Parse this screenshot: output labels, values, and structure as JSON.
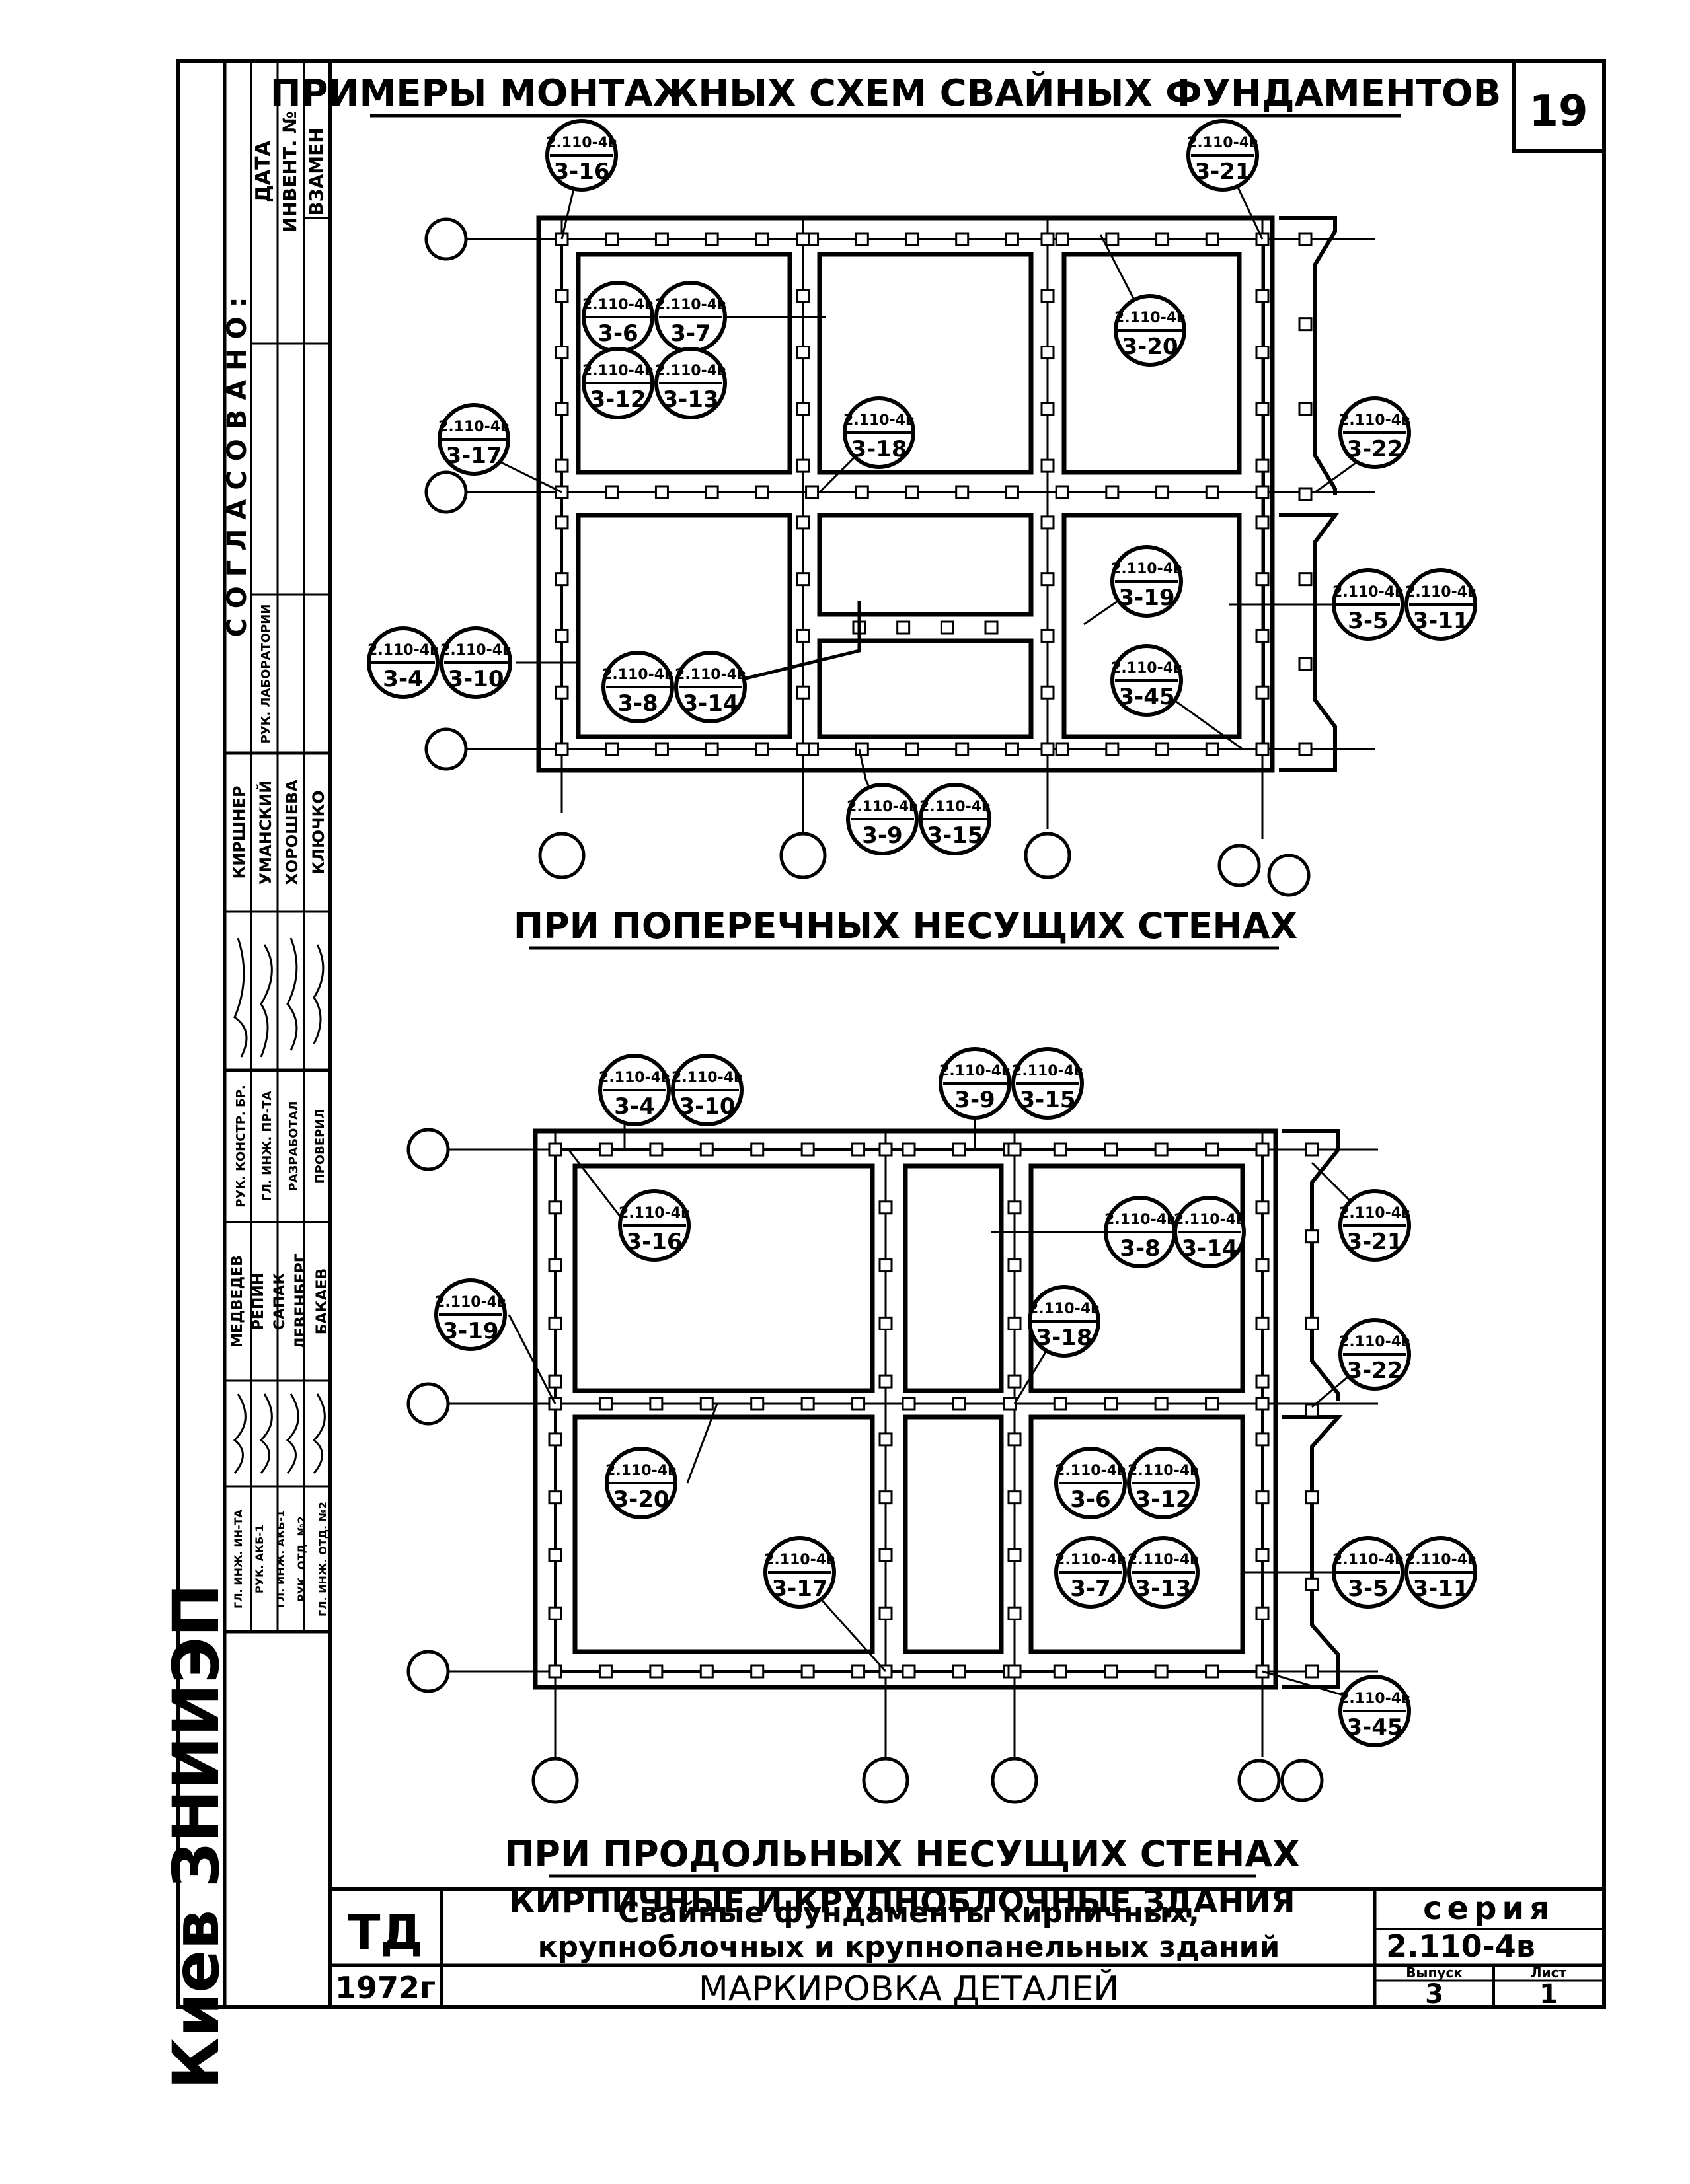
{
  "sheet": {
    "title": "ПРИМЕРЫ МОНТАЖНЫХ СХЕМ СВАЙНЫХ ФУНДАМЕНТОВ",
    "page_number": "19"
  },
  "plan_top": {
    "caption": "ПРИ ПОПЕРЕЧНЫХ НЕСУЩИХ СТЕНАХ",
    "markers": [
      {
        "id": "t1",
        "top": "2.110-4в",
        "bottom": "3-16"
      },
      {
        "id": "t2",
        "top": "2.110-4в",
        "bottom": "3-21"
      },
      {
        "id": "t3",
        "top": "2.110-4в",
        "bottom": "3-6"
      },
      {
        "id": "t4",
        "top": "2.110-4в",
        "bottom": "3-7"
      },
      {
        "id": "t5",
        "top": "2.110-4в",
        "bottom": "3-12"
      },
      {
        "id": "t6",
        "top": "2.110-4в",
        "bottom": "3-13"
      },
      {
        "id": "t7",
        "top": "2.110-4в",
        "bottom": "3-20"
      },
      {
        "id": "t8",
        "top": "2.110-4в",
        "bottom": "3-17"
      },
      {
        "id": "t9",
        "top": "2.110-4в",
        "bottom": "3-18"
      },
      {
        "id": "t10",
        "top": "2.110-4в",
        "bottom": "3-22"
      },
      {
        "id": "t11",
        "top": "2.110-4в",
        "bottom": "3-19"
      },
      {
        "id": "t12",
        "top": "2.110-4в",
        "bottom": "3-5"
      },
      {
        "id": "t13",
        "top": "2.110-4в",
        "bottom": "3-11"
      },
      {
        "id": "t14",
        "top": "2.110-4в",
        "bottom": "3-4"
      },
      {
        "id": "t15",
        "top": "2.110-4в",
        "bottom": "3-10"
      },
      {
        "id": "t16",
        "top": "2.110-4в",
        "bottom": "3-8"
      },
      {
        "id": "t17",
        "top": "2.110-4в",
        "bottom": "3-14"
      },
      {
        "id": "t18",
        "top": "2.110-4в",
        "bottom": "3-45"
      },
      {
        "id": "t19",
        "top": "2.110-4в",
        "bottom": "3-9"
      },
      {
        "id": "t20",
        "top": "2.110-4в",
        "bottom": "3-15"
      }
    ]
  },
  "plan_bottom": {
    "caption": "ПРИ ПРОДОЛЬНЫХ НЕСУЩИХ СТЕНАХ",
    "subcaption": "КИРПИЧНЫЕ И КРУПНОБЛОЧНЫЕ ЗДАНИЯ",
    "markers": [
      {
        "id": "b1",
        "top": "2.110-4в",
        "bottom": "3-4"
      },
      {
        "id": "b2",
        "top": "2.110-4в",
        "bottom": "3-10"
      },
      {
        "id": "b3",
        "top": "2.110-4в",
        "bottom": "3-9"
      },
      {
        "id": "b4",
        "top": "2.110-4в",
        "bottom": "3-15"
      },
      {
        "id": "b5",
        "top": "2.110-4в",
        "bottom": "3-16"
      },
      {
        "id": "b6",
        "top": "2.110-4в",
        "bottom": "3-8"
      },
      {
        "id": "b7",
        "top": "2.110-4в",
        "bottom": "3-14"
      },
      {
        "id": "b8",
        "top": "2.110-4в",
        "bottom": "3-21"
      },
      {
        "id": "b9",
        "top": "2.110-4в",
        "bottom": "3-19"
      },
      {
        "id": "b10",
        "top": "2.110-4в",
        "bottom": "3-18"
      },
      {
        "id": "b11",
        "top": "2.110-4в",
        "bottom": "3-22"
      },
      {
        "id": "b12",
        "top": "2.110-4в",
        "bottom": "3-20"
      },
      {
        "id": "b13",
        "top": "2.110-4в",
        "bottom": "3-6"
      },
      {
        "id": "b14",
        "top": "2.110-4в",
        "bottom": "3-12"
      },
      {
        "id": "b15",
        "top": "2.110-4в",
        "bottom": "3-17"
      },
      {
        "id": "b16",
        "top": "2.110-4в",
        "bottom": "3-7"
      },
      {
        "id": "b17",
        "top": "2.110-4в",
        "bottom": "3-13"
      },
      {
        "id": "b18",
        "top": "2.110-4в",
        "bottom": "3-5"
      },
      {
        "id": "b19",
        "top": "2.110-4в",
        "bottom": "3-11"
      },
      {
        "id": "b20",
        "top": "2.110-4в",
        "bottom": "3-45"
      }
    ]
  },
  "title_block": {
    "org_code": "ТД",
    "year": "1972г",
    "title_line1": "Свайные фундаменты кирпичных,",
    "title_line2": "крупноблочных и крупнопанельных зданий",
    "sheet_name": "МАРКИРОВКА ДЕТАЛЕЙ",
    "series_label": "серия",
    "series_number": "2.110-4в",
    "issue_label": "Выпуск",
    "issue_value": "3",
    "sheet_label": "Лист",
    "sheet_value": "1"
  },
  "side_stamp": {
    "institute": "Киев ЗНИИЭП",
    "approval_header": "СОГЛАСОВАНО:",
    "date_label": "ДАТА",
    "inventory_label": "ИНВЕНТ. №",
    "replace_label": "ВЗАМЕН",
    "lab_head": "РУК. ЛАБОРАТОРИИ",
    "names_top": [
      "КИРШНЕР",
      "УМАНСКИЙ",
      "ХОРОШЕВА",
      "КЛЮЧКО"
    ],
    "roles_top": [
      "РУК. КОНСТР. БР.",
      "ГЛ. ИНЖ. ПР-ТА",
      "РАЗРАБОТАЛ",
      "ПРОВЕРИЛ"
    ],
    "names_bottom": [
      "МЕДВЕДЕВ",
      "РЕПИН",
      "САПАК",
      "ЛЕВЕНБЕРГ",
      "БАКАЕВ"
    ],
    "roles_bottom": [
      "ГЛ. ИНЖ. ИН-ТА",
      "РУК. АКБ-1",
      "ГЛ. ИНЖ. АКБ-1",
      "РУК. ОТД. №2",
      "ГЛ. ИНЖ. ОТД. №2"
    ]
  }
}
